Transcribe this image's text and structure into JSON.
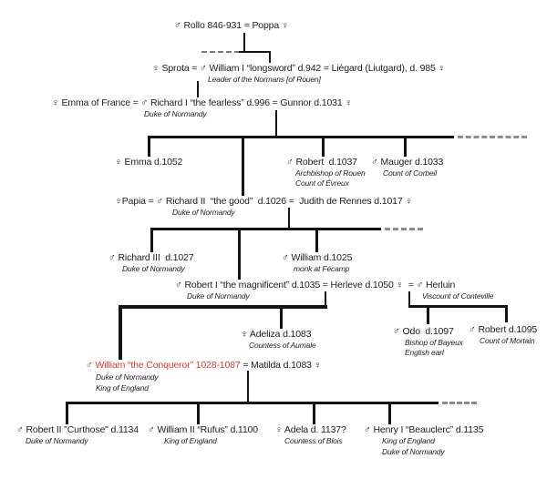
{
  "diagram_title": "Norman dynasty family tree (Rollo to the children of William the Conqueror)",
  "colors": {
    "text": "#1d1d1d",
    "line": "#141414",
    "dash_gray": "#8c8c8c",
    "highlight_red": "#d93a33",
    "highlight_symbol_red": "#8a2e28"
  },
  "entries": {
    "rollo": {
      "main": "♂ Rollo 846-931 = Poppa ♀",
      "subs": []
    },
    "william_longsword": {
      "main": "♀ Sprota = ♂ William I “longsword” d.942 = Liègard (Liutgard), d. 985 ♀",
      "subs": [
        "Leader of the Normans [of Rouen]"
      ]
    },
    "richard1": {
      "main": "♀ Emma of France = ♂ Richard I “the fearless” d.996 = Gunnor d.1031 ♀",
      "subs": [
        "Duke of Normandy"
      ]
    },
    "emma": {
      "main": "♀ Emma d.1052",
      "subs": []
    },
    "robert_archbishop": {
      "main": "♂ Robert  d.1037",
      "subs": [
        "Archbishop of Rouen",
        "Count of Évreux"
      ]
    },
    "mauger": {
      "main": "♂ Mauger d.1033",
      "subs": [
        "Count of Corbeil"
      ]
    },
    "richard2": {
      "main": "♀Papia = ♂ Richard II  “the good”  d.1026 =  Judith de Rennes d.1017 ♀",
      "subs": [
        "Duke of Normandy"
      ]
    },
    "richard3": {
      "main": "♂ Richard III  d.1027",
      "subs": [
        "Duke of Normandy"
      ]
    },
    "william_monk": {
      "main": "♂ William d.1025",
      "subs": [
        "monk at Fécamp"
      ]
    },
    "robert1": {
      "main": "♂ Robert I “the magnificent” d.1035 = Herleve d.1050 ♀  = ♂ Herluin",
      "subs": [
        "Duke of Normandy",
        "Viscount of Conteville"
      ]
    },
    "adeliza": {
      "main": "♀ Adeliza d.1083",
      "subs": [
        "Countess of Aumale"
      ]
    },
    "odo": {
      "main": "♂ Odo  d.1097",
      "subs": [
        "Bishop of Bayeux",
        "English earl"
      ]
    },
    "robert_mortain": {
      "main": "♂ Robert d.1095",
      "subs": [
        "Count of Mortain"
      ]
    },
    "william_conqueror": {
      "symbol": "♂ ",
      "name": "William “the Conqueror” 1028-1087",
      "rest": " = Matilda d.1083 ♀",
      "subs": [
        "Duke of Normandy",
        "King of England"
      ]
    },
    "robert_curthose": {
      "main": "♂ Robert II \"Curthose\" d.1134",
      "subs": [
        "Duke of Normandy"
      ]
    },
    "william_rufus": {
      "main": "♂ William II “Rufus” d.1100",
      "subs": [
        "King of England"
      ]
    },
    "adela": {
      "main": "♀ Adela d. 1137?",
      "subs": [
        "Countess of Blois"
      ]
    },
    "henry1": {
      "main": "♂ Henry I “Beauclerc” d.1135",
      "subs": [
        "King of England",
        "Duke of Normandy"
      ]
    }
  }
}
